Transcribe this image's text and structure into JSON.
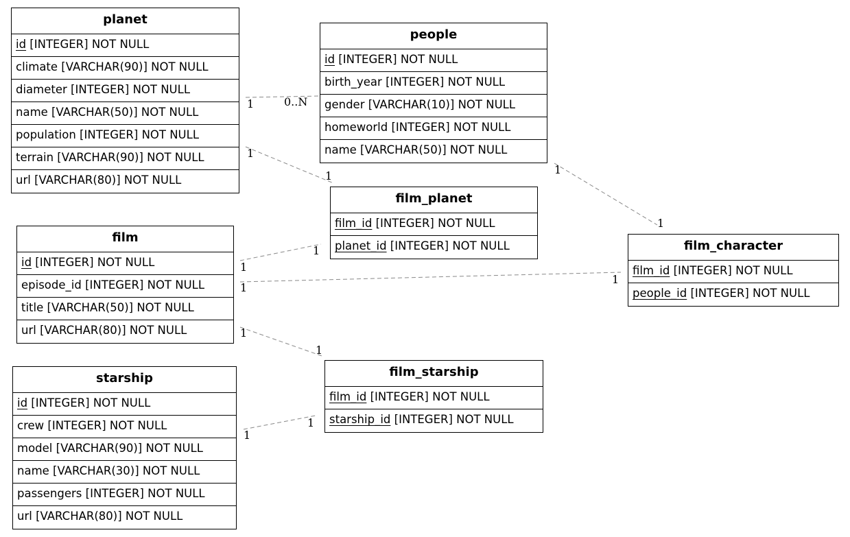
{
  "entities": {
    "planet": {
      "name": "planet",
      "attributes": [
        {
          "field": "id",
          "type": " [INTEGER] NOT NULL"
        },
        {
          "field": "climate",
          "type": " [VARCHAR(90)] NOT NULL"
        },
        {
          "field": "diameter",
          "type": " [INTEGER] NOT NULL"
        },
        {
          "field": "name",
          "type": " [VARCHAR(50)] NOT NULL"
        },
        {
          "field": "population",
          "type": " [INTEGER] NOT NULL"
        },
        {
          "field": "terrain",
          "type": " [VARCHAR(90)] NOT NULL"
        },
        {
          "field": "url",
          "type": " [VARCHAR(80)] NOT NULL"
        }
      ]
    },
    "people": {
      "name": "people",
      "attributes": [
        {
          "field": "id",
          "type": " [INTEGER] NOT NULL"
        },
        {
          "field": "birth_year",
          "type": " [INTEGER] NOT NULL"
        },
        {
          "field": "gender",
          "type": " [VARCHAR(10)] NOT NULL"
        },
        {
          "field": "homeworld",
          "type": " [INTEGER] NOT NULL"
        },
        {
          "field": "name",
          "type": " [VARCHAR(50)] NOT NULL"
        }
      ]
    },
    "film_planet": {
      "name": "film_planet",
      "attributes": [
        {
          "field": "film_id",
          "type": " [INTEGER] NOT NULL"
        },
        {
          "field": "planet_id",
          "type": " [INTEGER] NOT NULL"
        }
      ]
    },
    "film": {
      "name": "film",
      "attributes": [
        {
          "field": "id",
          "type": " [INTEGER] NOT NULL"
        },
        {
          "field": "episode_id",
          "type": " [INTEGER] NOT NULL"
        },
        {
          "field": "title",
          "type": " [VARCHAR(50)] NOT NULL"
        },
        {
          "field": "url",
          "type": " [VARCHAR(80)] NOT NULL"
        }
      ]
    },
    "film_character": {
      "name": "film_character",
      "attributes": [
        {
          "field": "film_id",
          "type": " [INTEGER] NOT NULL"
        },
        {
          "field": "people_id",
          "type": " [INTEGER] NOT NULL"
        }
      ]
    },
    "starship": {
      "name": "starship",
      "attributes": [
        {
          "field": "id",
          "type": " [INTEGER] NOT NULL"
        },
        {
          "field": "crew",
          "type": " [INTEGER] NOT NULL"
        },
        {
          "field": "model",
          "type": " [VARCHAR(90)] NOT NULL"
        },
        {
          "field": "name",
          "type": " [VARCHAR(30)] NOT NULL"
        },
        {
          "field": "passengers",
          "type": " [INTEGER] NOT NULL"
        },
        {
          "field": "url",
          "type": " [VARCHAR(80)] NOT NULL"
        }
      ]
    },
    "film_starship": {
      "name": "film_starship",
      "attributes": [
        {
          "field": "film_id",
          "type": " [INTEGER] NOT NULL"
        },
        {
          "field": "starship_id",
          "type": " [INTEGER] NOT NULL"
        }
      ]
    }
  },
  "relationships": [
    {
      "from": "planet",
      "to": "people",
      "from_card": "1",
      "to_card": "0..N"
    },
    {
      "from": "planet",
      "to": "film_planet",
      "from_card": "1",
      "to_card": "1"
    },
    {
      "from": "people",
      "to": "film_character",
      "from_card": "1",
      "to_card": "1"
    },
    {
      "from": "film",
      "to": "film_planet",
      "from_card": "1",
      "to_card": "1"
    },
    {
      "from": "film",
      "to": "film_character",
      "from_card": "1",
      "to_card": "1"
    },
    {
      "from": "film",
      "to": "film_starship",
      "from_card": "1",
      "to_card": "1"
    },
    {
      "from": "starship",
      "to": "film_starship",
      "from_card": "1",
      "to_card": "1"
    }
  ],
  "colors": {
    "edge": "#888888",
    "border": "#000000",
    "background": "#ffffff"
  }
}
